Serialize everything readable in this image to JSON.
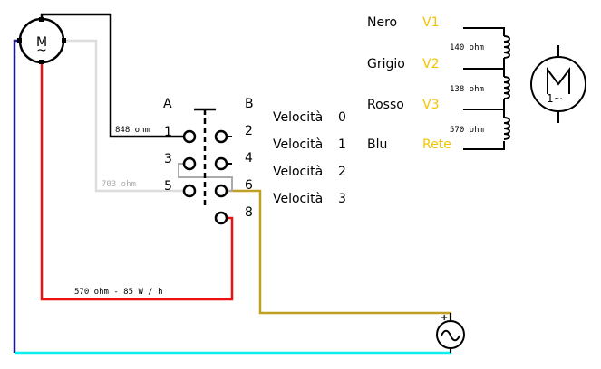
{
  "diagram": {
    "title": "Motor speed selector wiring",
    "colors": {
      "black": "#000000",
      "grey_light": "#d9d9d9",
      "grey_mid": "#aaaaaa",
      "red": "#ee1111",
      "navy": "#1a1a8c",
      "cyan": "#11eeee",
      "olive": "#c0a020",
      "yellow_text": "#f5c400"
    },
    "motor_left": {
      "symbol": "M",
      "sub": "~"
    },
    "motor_right": {
      "symbol": "M",
      "sub": "1~"
    },
    "switch": {
      "col_a": "A",
      "col_b": "B",
      "terminals": [
        "1",
        "2",
        "3",
        "4",
        "5",
        "6",
        "8"
      ]
    },
    "speeds": [
      {
        "label": "Velocità",
        "value": "0"
      },
      {
        "label": "Velocità",
        "value": "1"
      },
      {
        "label": "Velocità",
        "value": "2"
      },
      {
        "label": "Velocità",
        "value": "3"
      }
    ],
    "wires": {
      "black_label": "848 ohm",
      "grey_label": "703 ohm",
      "red_label": "570 ohm - 85 W / h"
    },
    "legend": [
      {
        "color_name": "Nero",
        "tap": "V1"
      },
      {
        "color_name": "Grigio",
        "tap": "V2"
      },
      {
        "color_name": "Rosso",
        "tap": "V3"
      },
      {
        "color_name": "Blu",
        "tap": "Rete"
      }
    ],
    "coils": [
      "140 ohm",
      "138 ohm",
      "570 ohm"
    ],
    "source": {
      "symbol": "~",
      "polarity": "+"
    }
  }
}
